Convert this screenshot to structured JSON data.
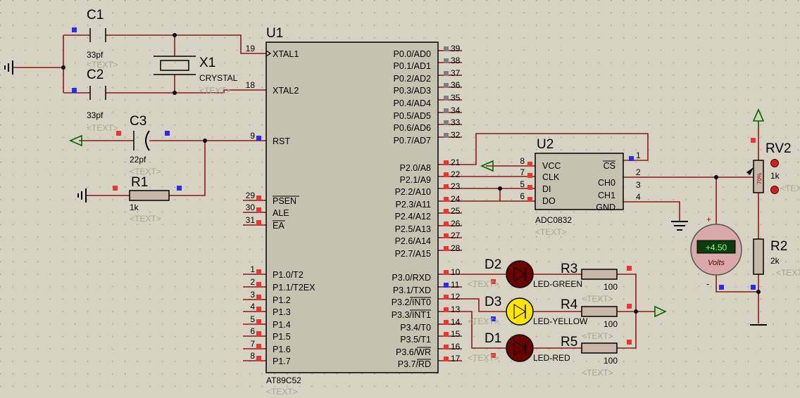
{
  "components": {
    "c1": {
      "ref": "C1",
      "value": "33pf",
      "tag": "<TEXT>"
    },
    "c2": {
      "ref": "C2",
      "value": "33pf",
      "tag": "<TEXT>"
    },
    "c3": {
      "ref": "C3",
      "value": "22pf",
      "tag": "<TEXT>"
    },
    "x1": {
      "ref": "X1",
      "value": "CRYSTAL",
      "tag": "<TEXT>"
    },
    "r1": {
      "ref": "R1",
      "value": "1k",
      "tag": "<TEXT>"
    },
    "u1": {
      "ref": "U1",
      "part": "AT89C52",
      "tag": "<TEXT>"
    },
    "u2": {
      "ref": "U2",
      "part": "ADC0832",
      "tag": "<TEXT>"
    },
    "rv2": {
      "ref": "RV2",
      "value": "1k",
      "pct": "70%",
      "tag": "<TEXT>"
    },
    "r2": {
      "ref": "R2",
      "value": "2k",
      "tag": "<TEXT>"
    },
    "d1": {
      "ref": "D1",
      "value": "LED-RED",
      "tag": "<TEXT>"
    },
    "d2": {
      "ref": "D2",
      "value": "LED-GREEN",
      "tag": "<TEXT>"
    },
    "d3": {
      "ref": "D3",
      "value": "LED-YELLOW",
      "tag": "<TEXT>"
    },
    "r3": {
      "ref": "R3",
      "value": "100",
      "tag": "<TEXT>"
    },
    "r4": {
      "ref": "R4",
      "value": "100",
      "tag": "<TEXT>"
    },
    "r5": {
      "ref": "R5",
      "value": "100",
      "tag": "<TEXT>"
    }
  },
  "voltmeter": {
    "reading": "+4.50",
    "unit": "Volts",
    "plus": "+",
    "minus": "-"
  },
  "u1_left_pins": [
    {
      "num": "19",
      "name": "XTAL1"
    },
    {
      "num": "18",
      "name": "XTAL2"
    },
    {
      "num": "9",
      "name": "RST"
    },
    {
      "num": "29",
      "name": "PSEN"
    },
    {
      "num": "30",
      "name": "ALE"
    },
    {
      "num": "31",
      "name": "EA"
    },
    {
      "num": "1",
      "name": "P1.0/T2"
    },
    {
      "num": "2",
      "name": "P1.1/T2EX"
    },
    {
      "num": "3",
      "name": "P1.2"
    },
    {
      "num": "4",
      "name": "P1.3"
    },
    {
      "num": "5",
      "name": "P1.4"
    },
    {
      "num": "6",
      "name": "P1.5"
    },
    {
      "num": "7",
      "name": "P1.6"
    },
    {
      "num": "8",
      "name": "P1.7"
    }
  ],
  "u1_right_pins": [
    {
      "num": "39",
      "name": "P0.0/AD0"
    },
    {
      "num": "38",
      "name": "P0.1/AD1"
    },
    {
      "num": "37",
      "name": "P0.2/AD2"
    },
    {
      "num": "36",
      "name": "P0.3/AD3"
    },
    {
      "num": "35",
      "name": "P0.4/AD4"
    },
    {
      "num": "34",
      "name": "P0.5/AD5"
    },
    {
      "num": "33",
      "name": "P0.6/AD6"
    },
    {
      "num": "32",
      "name": "P0.7/AD7"
    },
    {
      "num": "21",
      "name": "P2.0/A8"
    },
    {
      "num": "22",
      "name": "P2.1/A9"
    },
    {
      "num": "23",
      "name": "P2.2/A10"
    },
    {
      "num": "24",
      "name": "P2.3/A11"
    },
    {
      "num": "25",
      "name": "P2.4/A12"
    },
    {
      "num": "26",
      "name": "P2.5/A13"
    },
    {
      "num": "27",
      "name": "P2.6/A14"
    },
    {
      "num": "28",
      "name": "P2.7/A15"
    },
    {
      "num": "10",
      "name": "P3.0/RXD"
    },
    {
      "num": "11",
      "name": "P3.1/TXD"
    },
    {
      "num": "12",
      "name": "P3.2/INT0"
    },
    {
      "num": "13",
      "name": "P3.3/INT1"
    },
    {
      "num": "14",
      "name": "P3.4/T0"
    },
    {
      "num": "15",
      "name": "P3.5/T1"
    },
    {
      "num": "16",
      "name": "P3.6/WR"
    },
    {
      "num": "17",
      "name": "P3.7/RD"
    }
  ],
  "u2_left_pins": [
    {
      "num": "8",
      "name": "VCC"
    },
    {
      "num": "7",
      "name": "CLK"
    },
    {
      "num": "5",
      "name": "DI"
    },
    {
      "num": "6",
      "name": "DO"
    }
  ],
  "u2_right_pins": [
    {
      "num": "1",
      "name": "CS"
    },
    {
      "num": "2",
      "name": "CH0"
    },
    {
      "num": "3",
      "name": "CH1"
    },
    {
      "num": "4",
      "name": "GND"
    }
  ]
}
